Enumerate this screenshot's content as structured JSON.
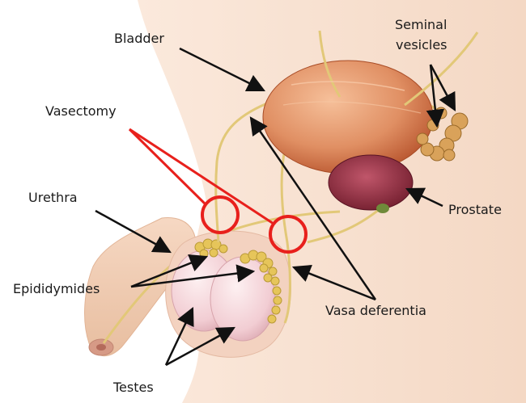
{
  "labels": {
    "bladder": "Bladder",
    "seminal_vesicles_line1": "Seminal",
    "seminal_vesicles_line2": "vesicles",
    "vasectomy": "Vasectomy",
    "urethra": "Urethra",
    "prostate": "Prostate",
    "epididymides": "Epididymides",
    "vasa_deferentia": "Vasa deferentia",
    "testes": "Testes"
  },
  "colors": {
    "skin": "#f6dcc6",
    "skin_shadow": "#e8c0a2",
    "bladder": "#e08f63",
    "bladder_dark": "#b8552e",
    "prostate": "#8c2a3c",
    "duct": "#e2c878",
    "epididymis": "#e6c55a",
    "testes": "#f2cdd3",
    "marker": "#e8201c",
    "arrow": "#111111"
  }
}
